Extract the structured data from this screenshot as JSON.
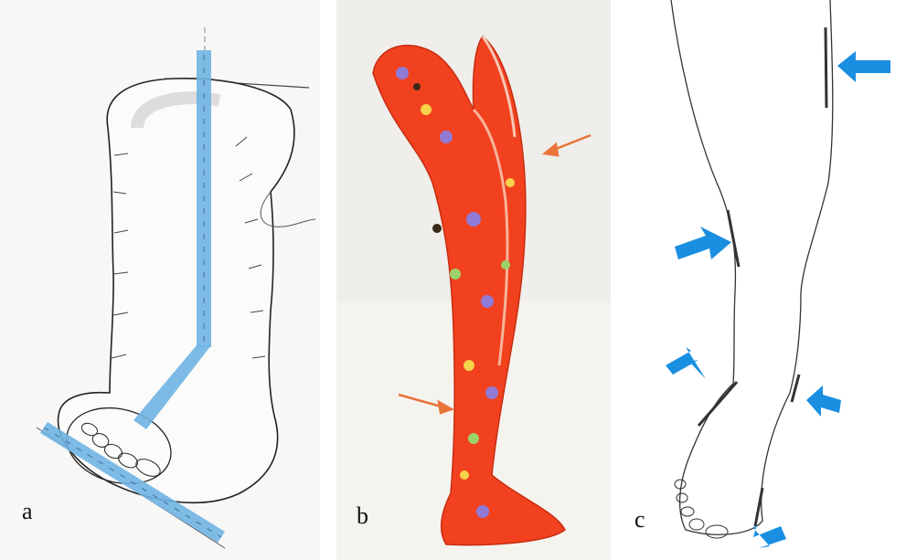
{
  "panels": [
    {
      "label": "a"
    },
    {
      "label": "b"
    },
    {
      "label": "c"
    }
  ],
  "colors": {
    "tape_blue": "#6fb4e3",
    "arrow_orange": "#e8743b",
    "arrow_blue": "#1a8ee0",
    "orthosis_red": "#f2411f",
    "outline": "#222222"
  },
  "icons": [
    "cast-drawing",
    "orthosis-photo",
    "leg-drawing",
    "arrow-icon"
  ]
}
